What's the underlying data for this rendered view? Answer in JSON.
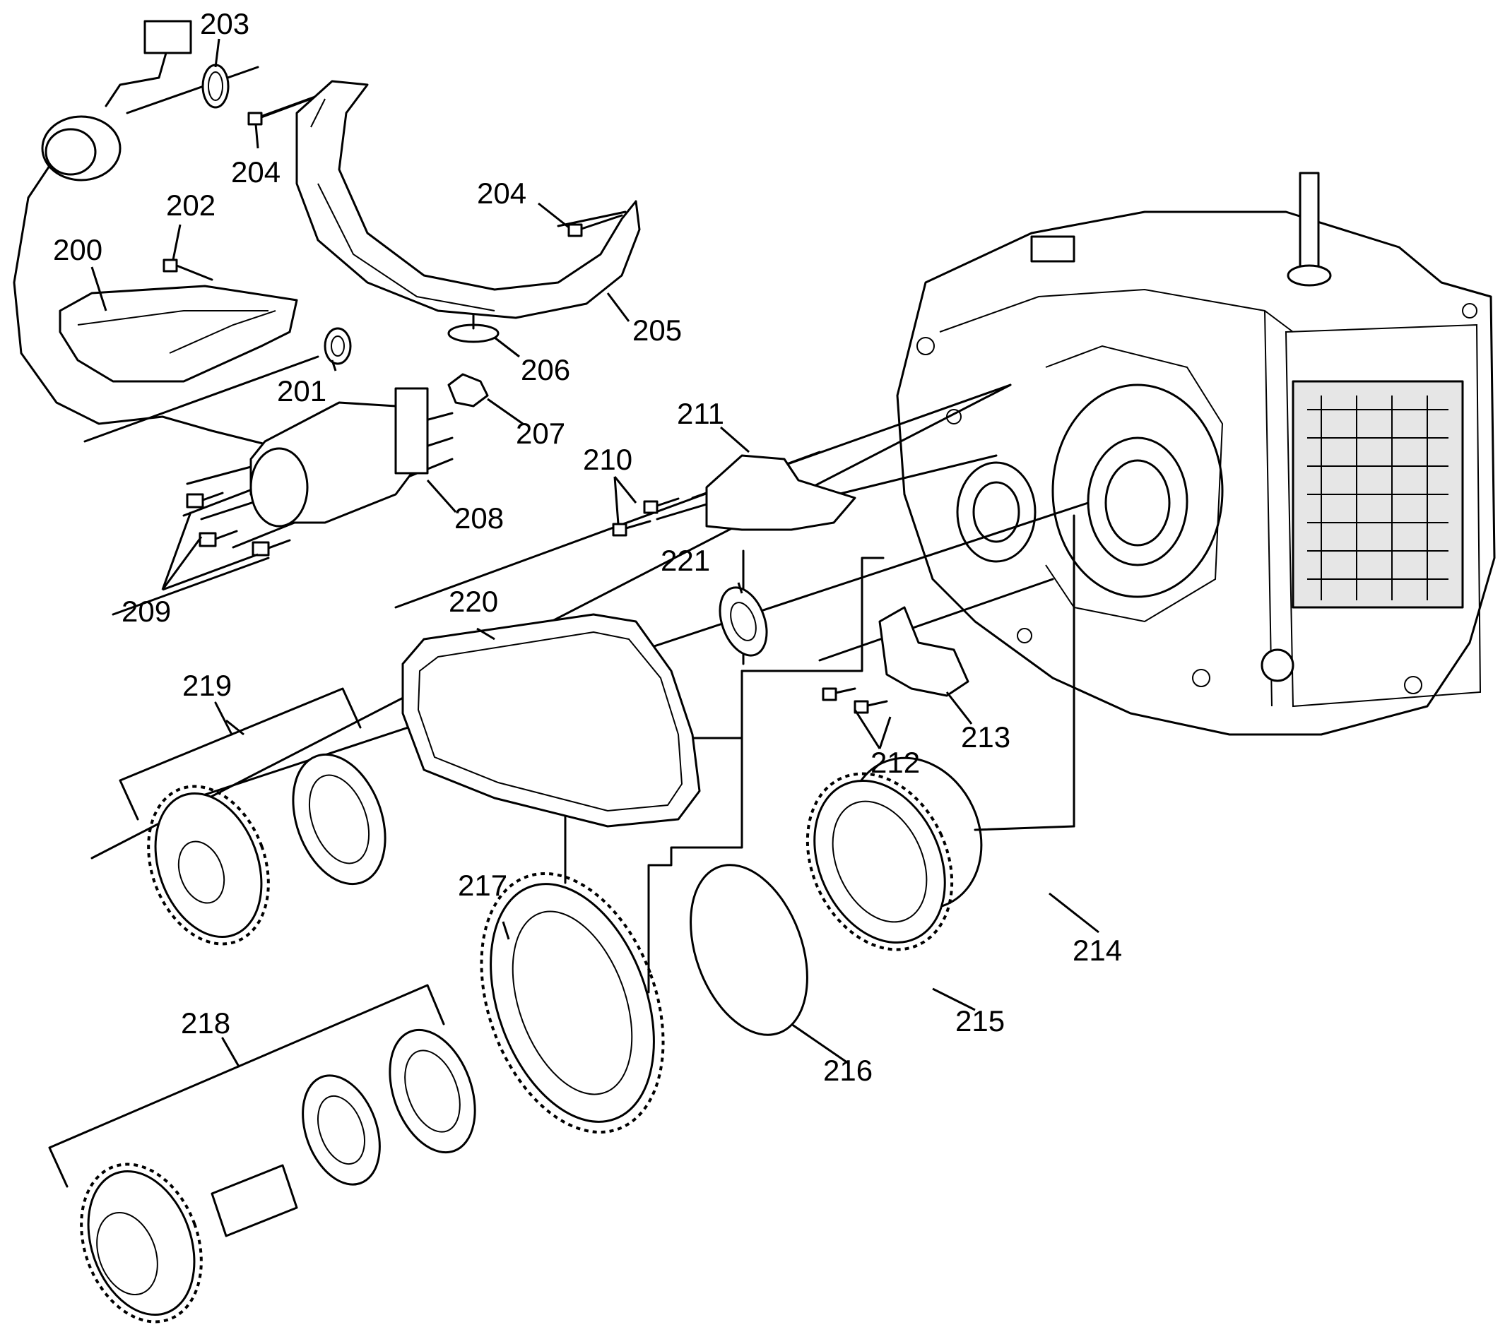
{
  "callouts": {
    "c200": "200",
    "c201": "201",
    "c202": "202",
    "c203": "203",
    "c204a": "204",
    "c204b": "204",
    "c205": "205",
    "c206": "206",
    "c207": "207",
    "c208": "208",
    "c209": "209",
    "c210": "210",
    "c211": "211",
    "c212": "212",
    "c213": "213",
    "c214": "214",
    "c215": "215",
    "c216": "216",
    "c217": "217",
    "c218": "218",
    "c219": "219",
    "c220": "220",
    "c221": "221"
  }
}
